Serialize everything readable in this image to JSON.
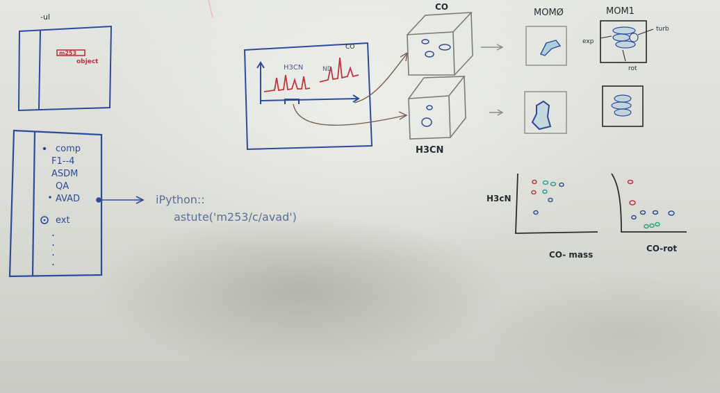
{
  "whiteboard": {
    "left_panel": {
      "tag_label": "m253",
      "object_label": "object"
    },
    "menu_panel": {
      "items": [
        "comp",
        "F1--4",
        "ASDM",
        "QA",
        "AVAD"
      ],
      "ext_label": "ext",
      "bullets": [
        ".",
        ".",
        ".",
        "."
      ]
    },
    "ipython": {
      "line1": "iPython::",
      "line2": "astute('m253/c/avad')"
    },
    "spectrum": {
      "h3cn_label": "H3CN",
      "co_label": "CO",
      "nd_label": "ND"
    },
    "cubes": {
      "top_label": "CO",
      "bottom_label": "H3CN"
    },
    "moments": {
      "mom0_label": "MOMØ",
      "mom1_label": "MOM1",
      "exp_label": "exp",
      "turb_label": "turb",
      "rot_label": "rot"
    },
    "scatter_left": {
      "ylabel": "H3cN",
      "xlabel": "CO- mass"
    },
    "scatter_right": {
      "xlabel": "CO-rot"
    },
    "corner_mark": "-ul"
  },
  "colors": {
    "ink_blue": "#2c4a9c",
    "ink_dark": "#252a35",
    "ink_red": "#c4303a",
    "ink_teal": "#2aa08a",
    "ink_gray": "#8a8a86"
  }
}
